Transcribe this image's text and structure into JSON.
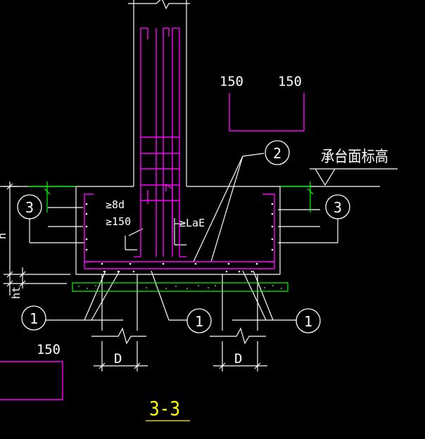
{
  "labels": {
    "dim_150_left_top": "150",
    "dim_150_right_top": "150",
    "elevation_label": "承台面标高",
    "anchor_8d": "≥8d",
    "anchor_150": "≥150",
    "anchor_lae": "≥LaE",
    "dim_h": "h",
    "dim_ht": "ht",
    "dim_150_bottom": "150",
    "dim_d_left": "D",
    "dim_d_right": "D",
    "section_title": "3-3"
  },
  "callouts": {
    "left_upper": "3",
    "right_upper": "3",
    "top": "2",
    "left_lower": "1",
    "middle_lower": "1",
    "right_lower": "1"
  },
  "colors": {
    "background": "#000000",
    "structure": "#ffffff",
    "rebar": "#ff00ff",
    "elevation_tick": "#00ff00",
    "blinding": "#00ff00",
    "title": "#ffff00"
  }
}
